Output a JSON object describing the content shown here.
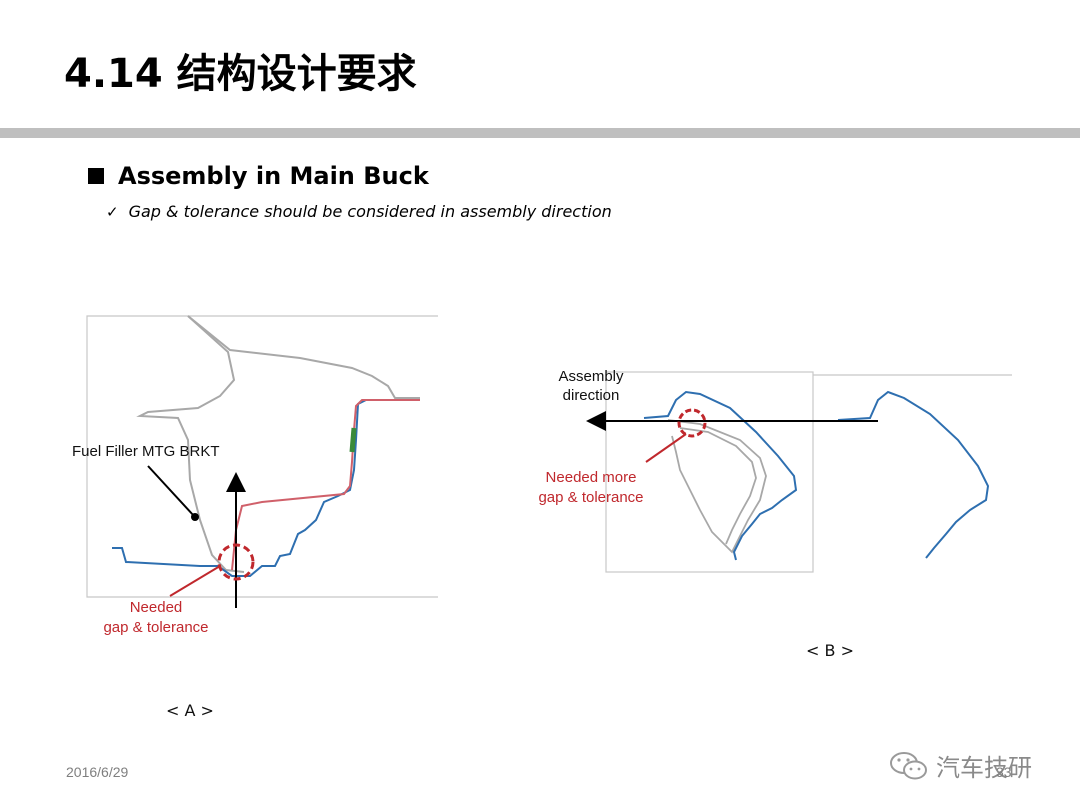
{
  "slide": {
    "title": "4.14 结构设计要求",
    "heading": "Assembly in Main Buck",
    "subpoint": "Gap & tolerance should be considered in assembly direction",
    "check_symbol": "✓"
  },
  "figure_a": {
    "part_label": "Fuel Filler MTG BRKT",
    "note_line1": "Needed",
    "note_line2": "gap & tolerance",
    "caption": "< A >"
  },
  "figure_b": {
    "direction_line1": "Assembly",
    "direction_line2": "direction",
    "note_line1": "Needed more",
    "note_line2": "gap & tolerance",
    "caption": "< B >"
  },
  "footer": {
    "date": "2016/6/29",
    "watermark": "汽车技研",
    "page_number": "33"
  },
  "colors": {
    "accent_red": "#c0282d",
    "panel_blue": "#2e6fb0",
    "red_part": "#d0606a",
    "green_mark": "#3a8a3a",
    "rule_gray": "#bfbfbf"
  }
}
